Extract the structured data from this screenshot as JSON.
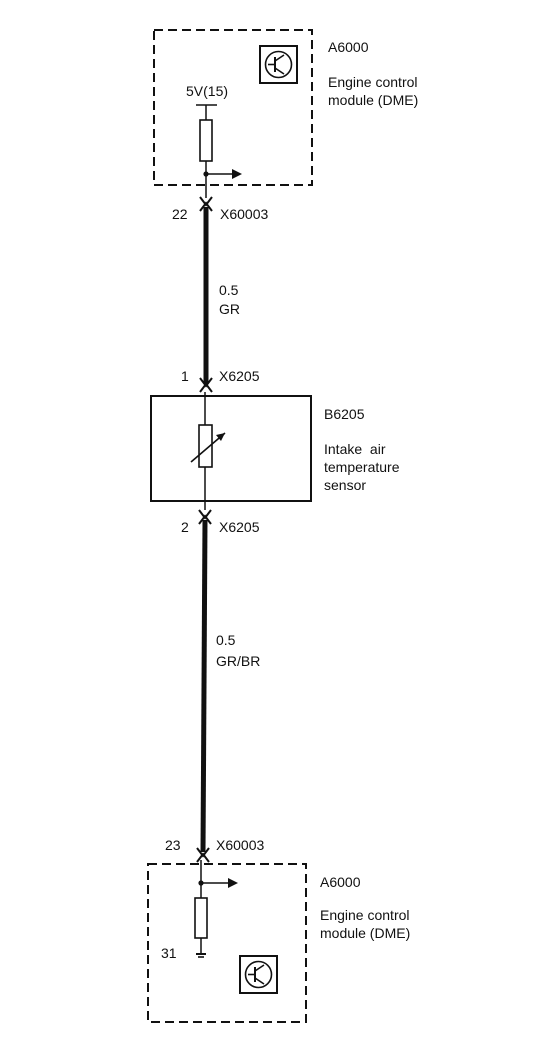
{
  "top_module": {
    "id": "A6000",
    "desc_line1": "Engine control",
    "desc_line2": "module (DME)",
    "supply": "5V(15)"
  },
  "connector_top": {
    "pin": "22",
    "name": "X60003"
  },
  "wire_upper": {
    "gauge": "0.5",
    "color": "GR"
  },
  "connector_sensor_in": {
    "pin": "1",
    "name": "X6205"
  },
  "sensor": {
    "id": "B6205",
    "desc_line1": "Intake  air",
    "desc_line2": "temperature",
    "desc_line3": "sensor"
  },
  "connector_sensor_out": {
    "pin": "2",
    "name": "X6205"
  },
  "wire_lower": {
    "gauge": "0.5",
    "color": "GR/BR"
  },
  "connector_bottom": {
    "pin": "23",
    "name": "X60003"
  },
  "bottom_module": {
    "id": "A6000",
    "desc_line1": "Engine control",
    "desc_line2": "module (DME)",
    "ground_pin": "31"
  }
}
